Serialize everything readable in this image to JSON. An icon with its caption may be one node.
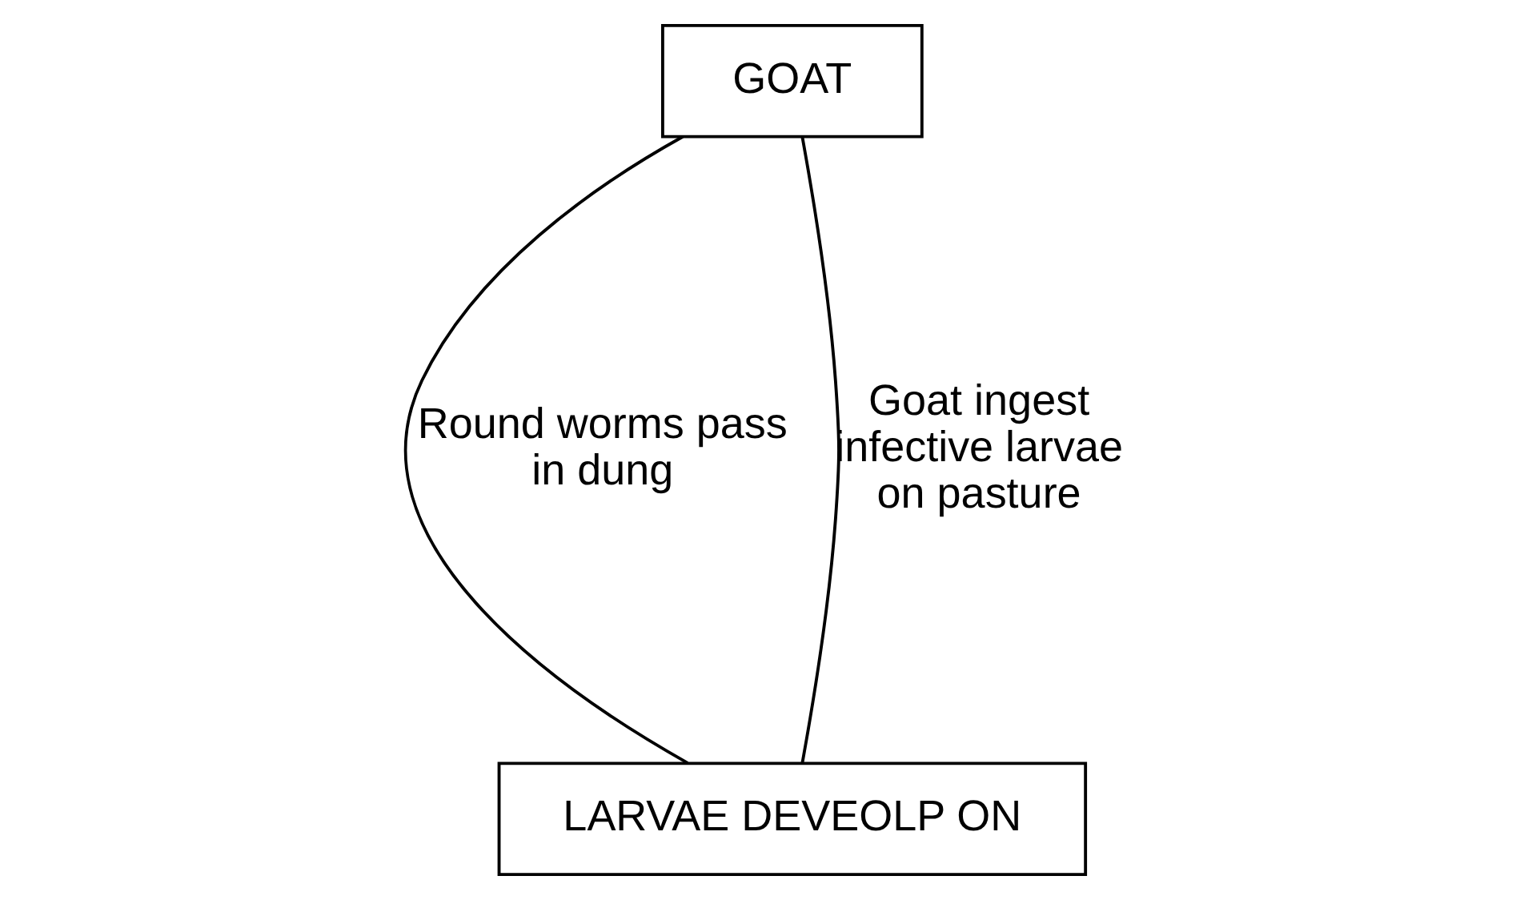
{
  "diagram": {
    "nodes": [
      {
        "text": [
          "GOAT"
        ]
      },
      {
        "text": [
          "LARVAE DEVEOLP ON"
        ]
      }
    ],
    "edges": [
      {
        "from": 0,
        "to": 1,
        "arrow": "none",
        "label": "Round worms pass in dung"
      },
      {
        "from": 1,
        "to": 0,
        "arrow": "none",
        "label": "Goat ingest infective larvae on pasture"
      }
    ]
  }
}
